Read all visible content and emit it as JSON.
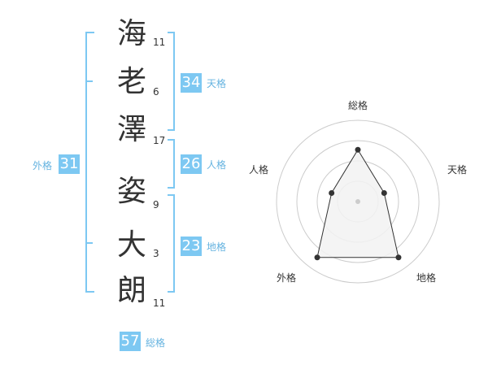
{
  "colors": {
    "accent": "#7dc8f2",
    "accent_text": "#65b3e0",
    "text": "#333333",
    "radar_fill": "#f2f2f2",
    "radar_line": "#333333",
    "ring": "#cccccc"
  },
  "name": {
    "characters": [
      {
        "char": "海",
        "strokes": "11"
      },
      {
        "char": "老",
        "strokes": "6"
      },
      {
        "char": "澤",
        "strokes": "17"
      },
      {
        "char": "姿",
        "strokes": "9"
      },
      {
        "char": "大",
        "strokes": "3"
      },
      {
        "char": "朗",
        "strokes": "11"
      }
    ]
  },
  "fortunes": {
    "tenkaku": {
      "value": "34",
      "label": "天格"
    },
    "jinkaku": {
      "value": "26",
      "label": "人格"
    },
    "chikaku": {
      "value": "23",
      "label": "地格"
    },
    "gaikaku": {
      "value": "31",
      "label": "外格"
    },
    "soukaku": {
      "value": "57",
      "label": "総格"
    }
  },
  "radar": {
    "axes": [
      {
        "key": "soukaku",
        "label": "総格",
        "level": 0.75
      },
      {
        "key": "tenkaku",
        "label": "天格",
        "level": 0.4
      },
      {
        "key": "chikaku",
        "label": "地格",
        "level": 1.0
      },
      {
        "key": "gaikaku",
        "label": "外格",
        "level": 1.0
      },
      {
        "key": "jinkaku",
        "label": "人格",
        "level": 0.4
      }
    ],
    "rings": 4
  }
}
